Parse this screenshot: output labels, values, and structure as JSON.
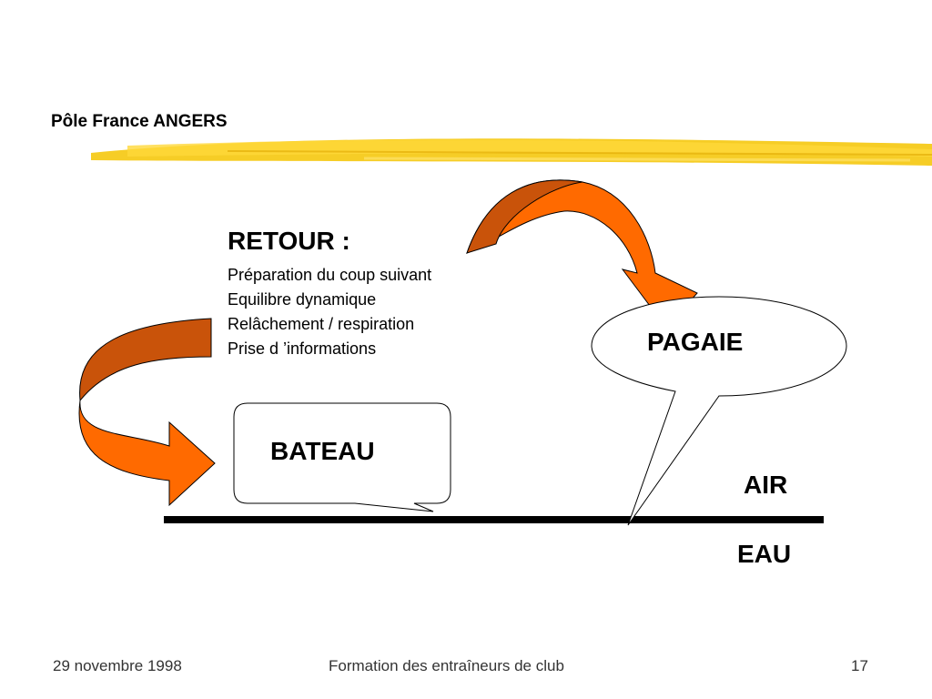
{
  "slide": {
    "title": "Pôle France ANGERS",
    "retour": {
      "heading": "RETOUR :",
      "items": [
        "Préparation du coup suivant",
        "Equilibre dynamique",
        "Relâchement /  respiration",
        "Prise d ’informations"
      ]
    },
    "bateau_label": "BATEAU",
    "pagaie_label": "PAGAIE",
    "air_label": "AIR",
    "eau_label": "EAU"
  },
  "footer": {
    "date": "29 novembre 1998",
    "center": "Formation des entraîneurs de club",
    "page": "17"
  },
  "colors": {
    "arrow_fill": "#ff6a00",
    "arrow_shadow": "#c9530a",
    "highlight": "#f5c400",
    "line": "#000000"
  }
}
